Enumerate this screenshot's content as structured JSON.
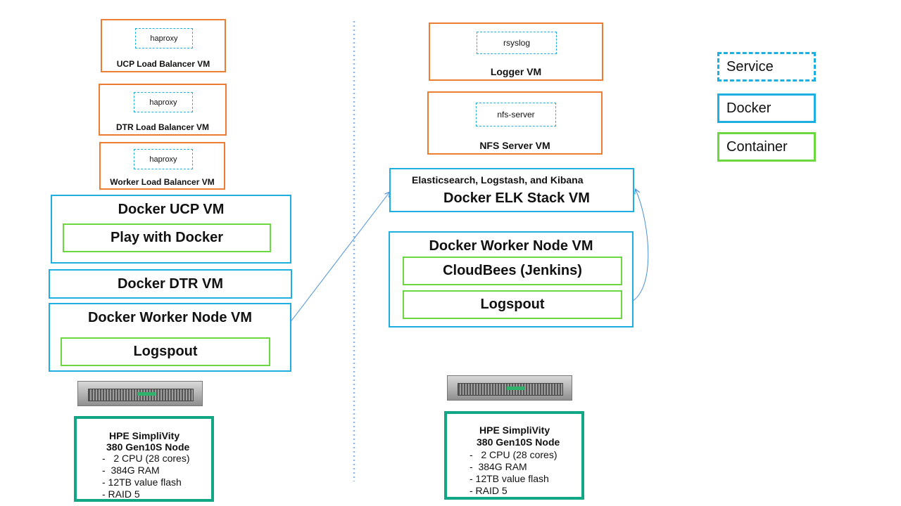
{
  "left": {
    "lb_vms": [
      {
        "service": "haproxy",
        "title": "UCP Load Balancer VM"
      },
      {
        "service": "haproxy",
        "title": "DTR Load Balancer VM"
      },
      {
        "service": "haproxy",
        "title": "Worker Load Balancer VM"
      }
    ],
    "ucp_vm": {
      "title": "Docker UCP VM",
      "container": "Play with Docker"
    },
    "dtr_vm": {
      "title": "Docker DTR VM"
    },
    "worker_vm": {
      "title": "Docker Worker Node VM",
      "container": "Logspout"
    },
    "node": {
      "title_line1": "HPE SimpliVity",
      "title_line2": "380 Gen10S Node",
      "specs": [
        "-   2 CPU (28 cores)",
        "-  384G RAM",
        "- 12TB value flash",
        "- RAID 5"
      ]
    }
  },
  "right": {
    "logger_vm": {
      "service": "rsyslog",
      "title": "Logger VM"
    },
    "nfs_vm": {
      "service": "nfs-server",
      "title": "NFS Server VM"
    },
    "elk_vm": {
      "subtitle": "Elasticsearch, Logstash, and Kibana",
      "title": "Docker ELK Stack VM"
    },
    "worker_vm": {
      "title": "Docker Worker Node  VM",
      "containers": [
        "CloudBees (Jenkins)",
        "Logspout"
      ]
    },
    "node": {
      "title_line1": "HPE SimpliVity",
      "title_line2": "380 Gen10S Node",
      "specs": [
        "-   2 CPU (28 cores)",
        "-  384G RAM",
        "- 12TB value flash",
        "- RAID 5"
      ]
    }
  },
  "legend": {
    "service": "Service",
    "docker": "Docker",
    "container": "Container"
  },
  "colors": {
    "vm_orange": "#ED7D31",
    "docker_blue": "#1EAEE0",
    "container_green": "#6CD83F",
    "node_teal": "#12A784",
    "arrow_blue": "#4A90D9"
  }
}
